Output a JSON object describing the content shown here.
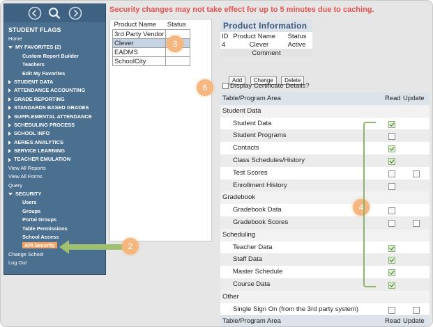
{
  "message": "Security changes may not take effect for up to 5 minutes due to caching.",
  "sidebar": {
    "icons": [
      "back-icon",
      "search-icon",
      "forward-icon"
    ],
    "items": [
      {
        "label": "STUDENT FLAGS",
        "type": "title"
      },
      {
        "label": "Home",
        "type": "l1"
      },
      {
        "label": "MY FAVORITES (2)",
        "type": "caps",
        "arrow": "down"
      },
      {
        "label": "Custom Report Builder",
        "type": "l2"
      },
      {
        "label": "Teachers",
        "type": "l2"
      },
      {
        "label": "Edit My Favorites",
        "type": "l2"
      },
      {
        "label": "STUDENT DATA",
        "type": "caps",
        "arrow": "right"
      },
      {
        "label": "ATTENDANCE ACCOUNTING",
        "type": "caps",
        "arrow": "right"
      },
      {
        "label": "GRADE REPORTING",
        "type": "caps",
        "arrow": "right"
      },
      {
        "label": "STANDARDS BASED GRADES",
        "type": "caps",
        "arrow": "right"
      },
      {
        "label": "SUPPLEMENTAL ATTENDANCE",
        "type": "caps",
        "arrow": "right"
      },
      {
        "label": "SCHEDULING PROCESS",
        "type": "caps",
        "arrow": "right"
      },
      {
        "label": "SCHOOL INFO",
        "type": "caps",
        "arrow": "right"
      },
      {
        "label": "AERIES ANALYTICS",
        "type": "caps",
        "arrow": "right"
      },
      {
        "label": "SERVICE LEARNING",
        "type": "caps",
        "arrow": "right"
      },
      {
        "label": "TEACHER EMULATION",
        "type": "caps",
        "arrow": "right"
      },
      {
        "label": "View All Reports",
        "type": "l1"
      },
      {
        "label": "View All Forms",
        "type": "l1"
      },
      {
        "label": "Query",
        "type": "l1"
      },
      {
        "label": "SECURITY",
        "type": "caps",
        "arrow": "down"
      },
      {
        "label": "Users",
        "type": "l2"
      },
      {
        "label": "Groups",
        "type": "l2"
      },
      {
        "label": "Portal Groups",
        "type": "l2"
      },
      {
        "label": "Table Permissions",
        "type": "l2"
      },
      {
        "label": "School Access",
        "type": "l2"
      },
      {
        "label": "API Security",
        "type": "l2",
        "active": true
      },
      {
        "label": "Change School",
        "type": "l1"
      },
      {
        "label": "Log Out",
        "type": "l1"
      }
    ]
  },
  "vendors": {
    "headers": [
      "Product Name",
      "Status"
    ],
    "rows": [
      {
        "name": "3rd Party Vendor",
        "status": ""
      },
      {
        "name": "Clever",
        "status": "",
        "selected": true
      },
      {
        "name": "EADMS",
        "status": ""
      },
      {
        "name": "SchoolCity",
        "status": ""
      }
    ]
  },
  "product_info": {
    "title": "Product Information",
    "headers": [
      "ID",
      "Product Name",
      "Status"
    ],
    "row": {
      "id": "4",
      "name": "Clever",
      "status": "Active"
    },
    "comment_label": "Comment"
  },
  "buttons": {
    "add": "Add",
    "change": "Change",
    "delete": "Delete"
  },
  "certificate_label": "Display Certificate Details?",
  "permissions": {
    "headers": {
      "area": "Table/Program Area",
      "read": "Read",
      "update": "Update"
    },
    "rows": [
      {
        "type": "group",
        "name": "Student Data"
      },
      {
        "type": "item",
        "name": "Student Data",
        "read": true,
        "update": null
      },
      {
        "type": "item",
        "name": "Student Programs",
        "read": false,
        "update": null
      },
      {
        "type": "item",
        "name": "Contacts",
        "read": true,
        "update": null
      },
      {
        "type": "item",
        "name": "Class Schedules/History",
        "read": true,
        "update": null
      },
      {
        "type": "item",
        "name": "Test Scores",
        "read": false,
        "update": false
      },
      {
        "type": "item",
        "name": "Enrollment History",
        "read": false,
        "update": null
      },
      {
        "type": "group",
        "name": "Gradebook"
      },
      {
        "type": "item",
        "name": "Gradebook Data",
        "read": false,
        "update": null
      },
      {
        "type": "item",
        "name": "Gradebook Scores",
        "read": false,
        "update": false
      },
      {
        "type": "group",
        "name": "Scheduling"
      },
      {
        "type": "item",
        "name": "Teacher Data",
        "read": true,
        "update": null
      },
      {
        "type": "item",
        "name": "Staff Data",
        "read": true,
        "update": null
      },
      {
        "type": "item",
        "name": "Master Schedule",
        "read": true,
        "update": null
      },
      {
        "type": "item",
        "name": "Course Data",
        "read": true,
        "update": null
      },
      {
        "type": "group",
        "name": "Other"
      },
      {
        "type": "item",
        "name": "Single Sign On (from the 3rd party system)",
        "read": false,
        "update": false
      }
    ]
  },
  "annotations": [
    "2",
    "3",
    "4",
    "6"
  ],
  "colors": {
    "accent": "#e8514f",
    "sidebar": "#4b6f8f",
    "badge": "#f6b67f",
    "arrow": "#9fc06f"
  }
}
